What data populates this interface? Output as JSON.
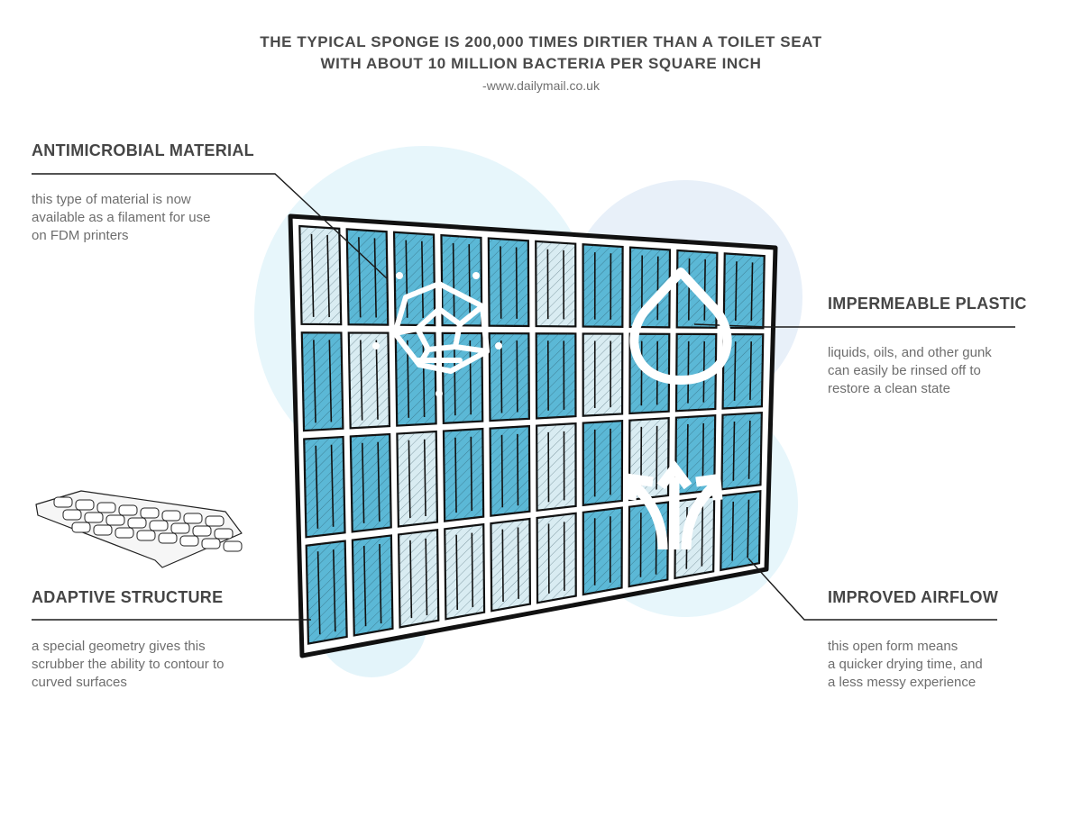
{
  "header": {
    "line1": "THE TYPICAL SPONGE IS 200,000 TIMES DIRTIER THAN A TOILET SEAT",
    "line2": "WITH ABOUT 10 MILLION BACTERIA PER SQUARE INCH",
    "source": "-www.dailymail.co.uk"
  },
  "callouts": {
    "antimicrobial": {
      "title": "ANTIMICROBIAL MATERIAL",
      "body": [
        "this type of material is now",
        "available as a filament for use",
        "on FDM printers"
      ]
    },
    "impermeable": {
      "title": "IMPERMEABLE PLASTIC",
      "body": [
        "liquids, oils, and other gunk",
        "can easily be rinsed off to",
        "restore a clean state"
      ]
    },
    "adaptive": {
      "title": "ADAPTIVE STRUCTURE",
      "body": [
        "a special geometry gives this",
        "scrubber the ability to contour to",
        "curved surfaces"
      ]
    },
    "airflow": {
      "title": "IMPROVED AIRFLOW",
      "body": [
        "this open form means",
        "a quicker drying time, and",
        "a less messy experience"
      ]
    }
  },
  "colors": {
    "accent": "#5bb8d6",
    "accent_light": "#e6f6fb",
    "outline": "#141414",
    "text": "#4a4a4a"
  },
  "icons": [
    "bacteria-icon",
    "water-drop-icon",
    "airflow-arrows-icon"
  ]
}
